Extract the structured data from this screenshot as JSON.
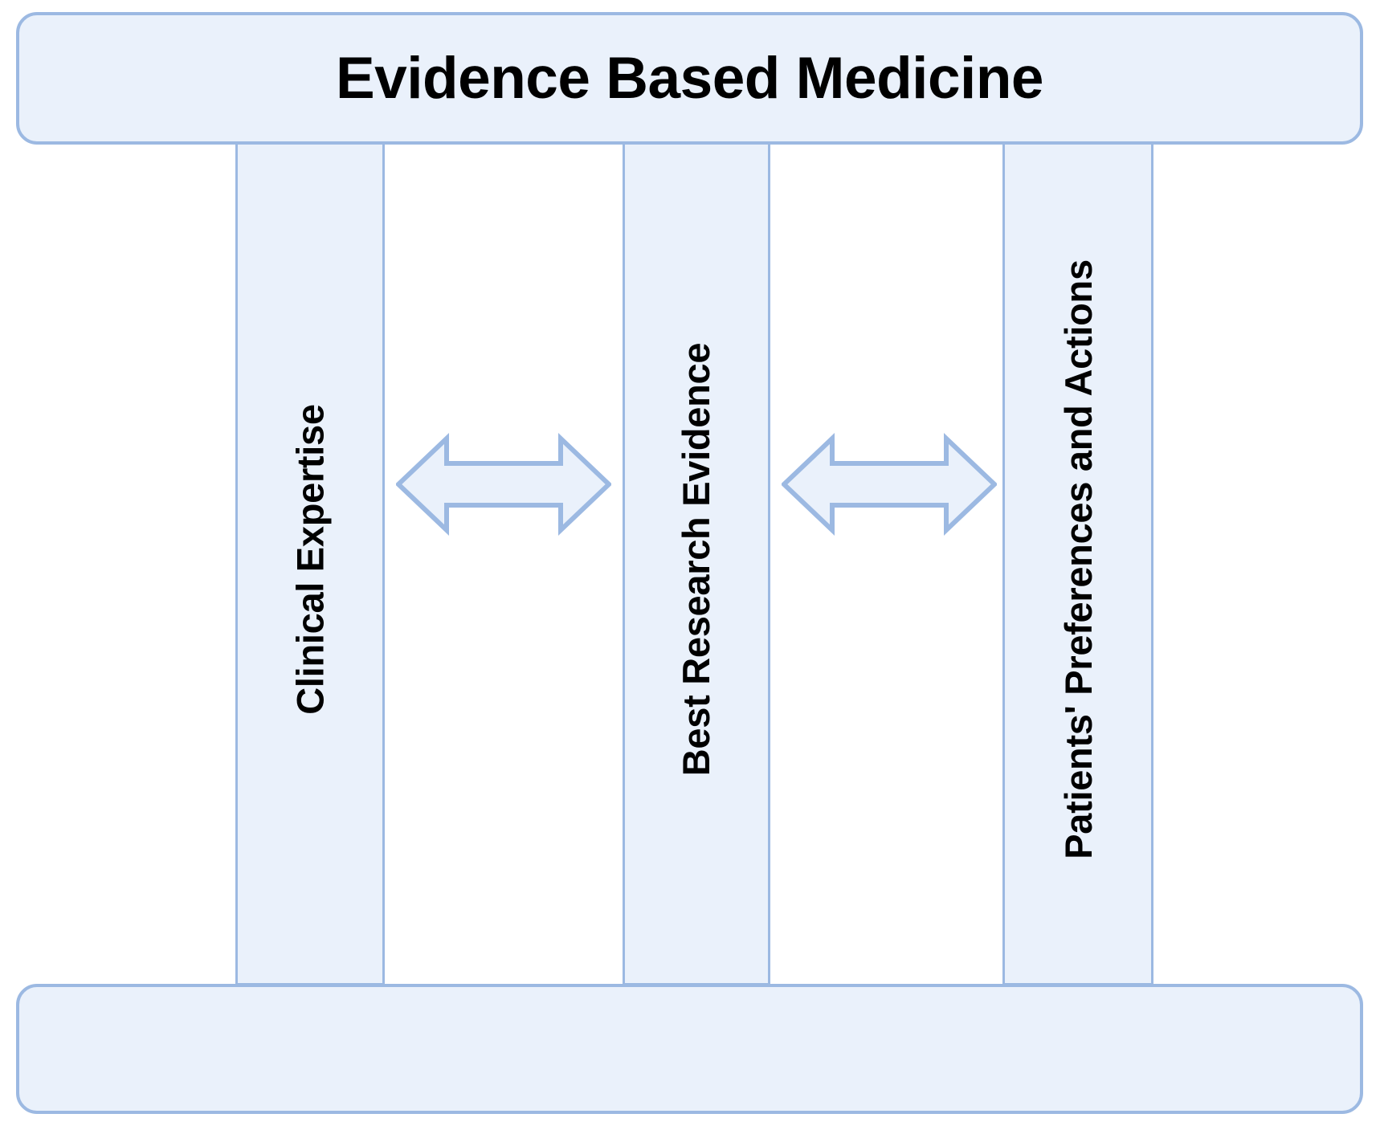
{
  "diagram": {
    "title": "Evidence Based Medicine",
    "type": "pillar-framework",
    "header_bar": {
      "label": "Evidence Based Medicine",
      "fill_color": "#eaf1fb",
      "border_color": "#9cb9e2"
    },
    "footer_bar": {
      "label": "",
      "fill_color": "#eaf1fb",
      "border_color": "#9cb9e2"
    },
    "pillars": [
      {
        "label": "Clinical Expertise",
        "orientation": "vertical-bottom-to-top"
      },
      {
        "label": "Best Research Evidence",
        "orientation": "vertical-bottom-to-top"
      },
      {
        "label": "Patients' Preferences and Actions",
        "orientation": "vertical-bottom-to-top"
      }
    ],
    "connectors": [
      {
        "icon": "double-headed-arrow",
        "between": "Clinical Expertise ↔ Best Research Evidence"
      },
      {
        "icon": "double-headed-arrow",
        "between": "Best Research Evidence ↔ Patients' Preferences and Actions"
      }
    ],
    "colors": {
      "fill": "#eaf1fb",
      "border": "#9cb9e2",
      "text": "#000000",
      "background": "#ffffff"
    }
  }
}
